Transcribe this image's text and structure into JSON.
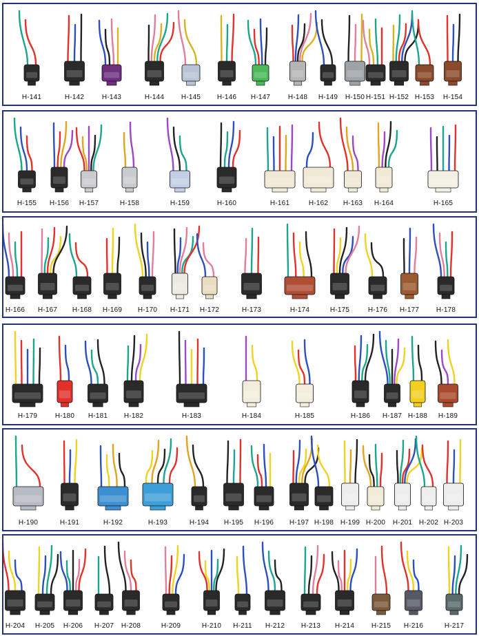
{
  "rows": [
    {
      "labels": [
        "H-141",
        "H-142",
        "H-143",
        "H-144",
        "H-145",
        "H-146",
        "H-147",
        "H-148",
        "H-149",
        "H-150",
        "H-151",
        "H-152",
        "H-153",
        "H-154"
      ]
    },
    {
      "labels": [
        "H-155",
        "H-156",
        "H-157",
        "H-158",
        "H-159",
        "H-160",
        "H-161",
        "H-162",
        "H-163",
        "H-164",
        "H-165"
      ]
    },
    {
      "labels": [
        "H-166",
        "H-167",
        "H-168",
        "H-169",
        "H-170",
        "H-171",
        "H-172",
        "H-173",
        "H-174",
        "H-175",
        "H-176",
        "H-177",
        "H-178"
      ]
    },
    {
      "labels": [
        "H-179",
        "H-180",
        "H-181",
        "H-182",
        "H-183",
        "H-184",
        "H-185",
        "H-186",
        "H-187",
        "H-188",
        "H-189"
      ]
    },
    {
      "labels": [
        "H-190",
        "H-191",
        "H-192",
        "H-193",
        "H-194",
        "H-195",
        "H-196",
        "H-197",
        "H-198",
        "H-199",
        "H-200",
        "H-201",
        "H-202",
        "H-203"
      ]
    },
    {
      "labels": [
        "H-204",
        "H-205",
        "H-206",
        "H-207",
        "H-208",
        "H-209",
        "H-210",
        "H-211",
        "H-212",
        "H-213",
        "H-214",
        "H-215",
        "H-216",
        "H-217"
      ]
    }
  ],
  "colors": {
    "frame": "#23307a",
    "background": "#ffffff"
  }
}
